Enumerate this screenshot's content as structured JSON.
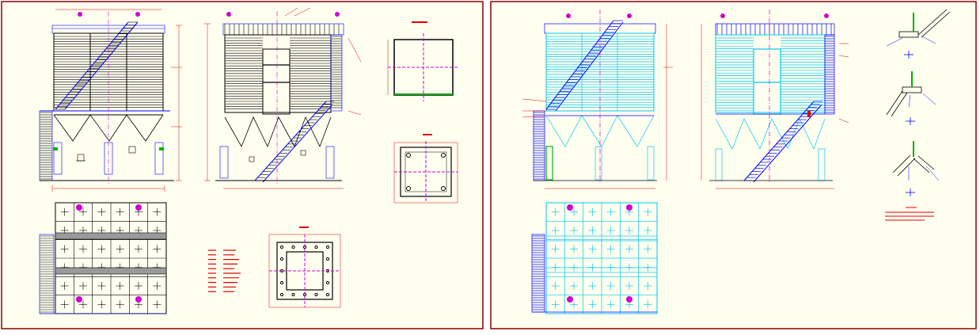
{
  "colors": {
    "background": "#ffffff",
    "sheet_fill": "#fffff0",
    "sheet_frame": "#8b0000",
    "structure_black": "#000000",
    "structure_cyan": "#00c8f0",
    "outline_blue": "#0000ff",
    "centerline_magenta": "#d000d0",
    "dimension_red": "#e00000",
    "support_green": "#00b000"
  },
  "icons": [
    "valve-icon",
    "bolt-hole-icon",
    "weld-symbol-icon",
    "hatch-icon"
  ],
  "sheets": [
    {
      "views": [
        {
          "name": "front-elevation"
        },
        {
          "name": "side-elevation"
        },
        {
          "name": "plan-view"
        },
        {
          "name": "detail-square-top"
        },
        {
          "name": "detail-flange-right"
        },
        {
          "name": "detail-flange-bottom"
        },
        {
          "name": "notes-block"
        }
      ]
    },
    {
      "views": [
        {
          "name": "front-elevation-colored"
        },
        {
          "name": "side-elevation-colored"
        },
        {
          "name": "plan-view-colored"
        },
        {
          "name": "weld-details"
        }
      ]
    }
  ]
}
